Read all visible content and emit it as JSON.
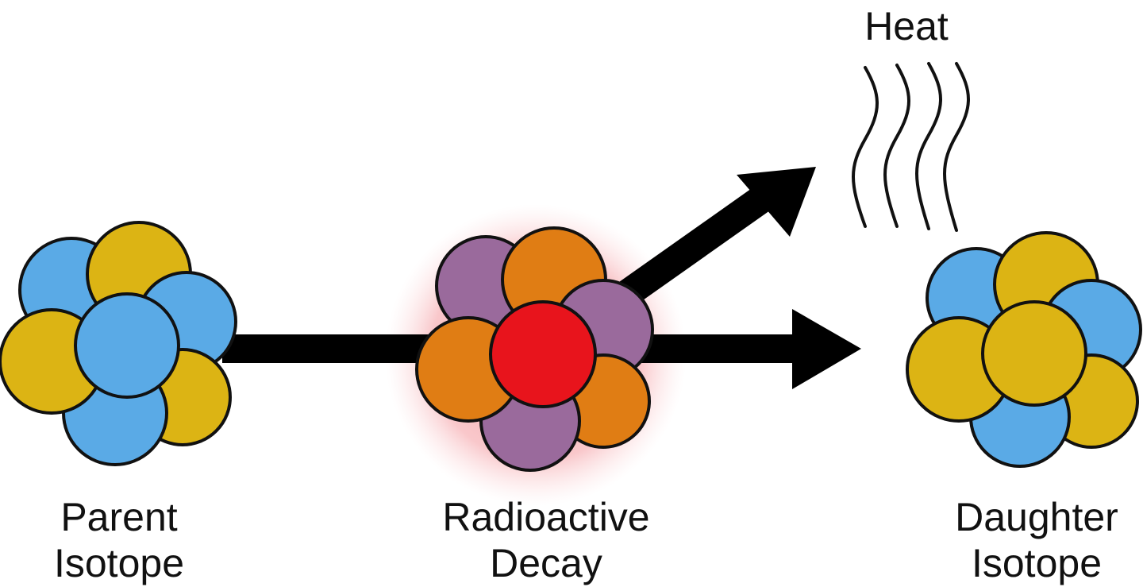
{
  "labels": {
    "heat": "Heat",
    "parent_line1": "Parent",
    "parent_line2": "Isotope",
    "decay_line1": "Radioactive",
    "decay_line2": "Decay",
    "daughter_line1": "Daughter",
    "daughter_line2": "Isotope"
  },
  "colors": {
    "blue": "#5aaae6",
    "yellow": "#dcb414",
    "purple": "#9a6a9c",
    "orange": "#e07d14",
    "red": "#e8141c",
    "glow": "#f07a80",
    "arrow": "#000000",
    "outline": "#111111"
  },
  "icons": {
    "parent": "parent-nucleus-icon",
    "decay": "decaying-nucleus-icon",
    "daughter": "daughter-nucleus-icon",
    "heat": "heat-waves-icon"
  }
}
